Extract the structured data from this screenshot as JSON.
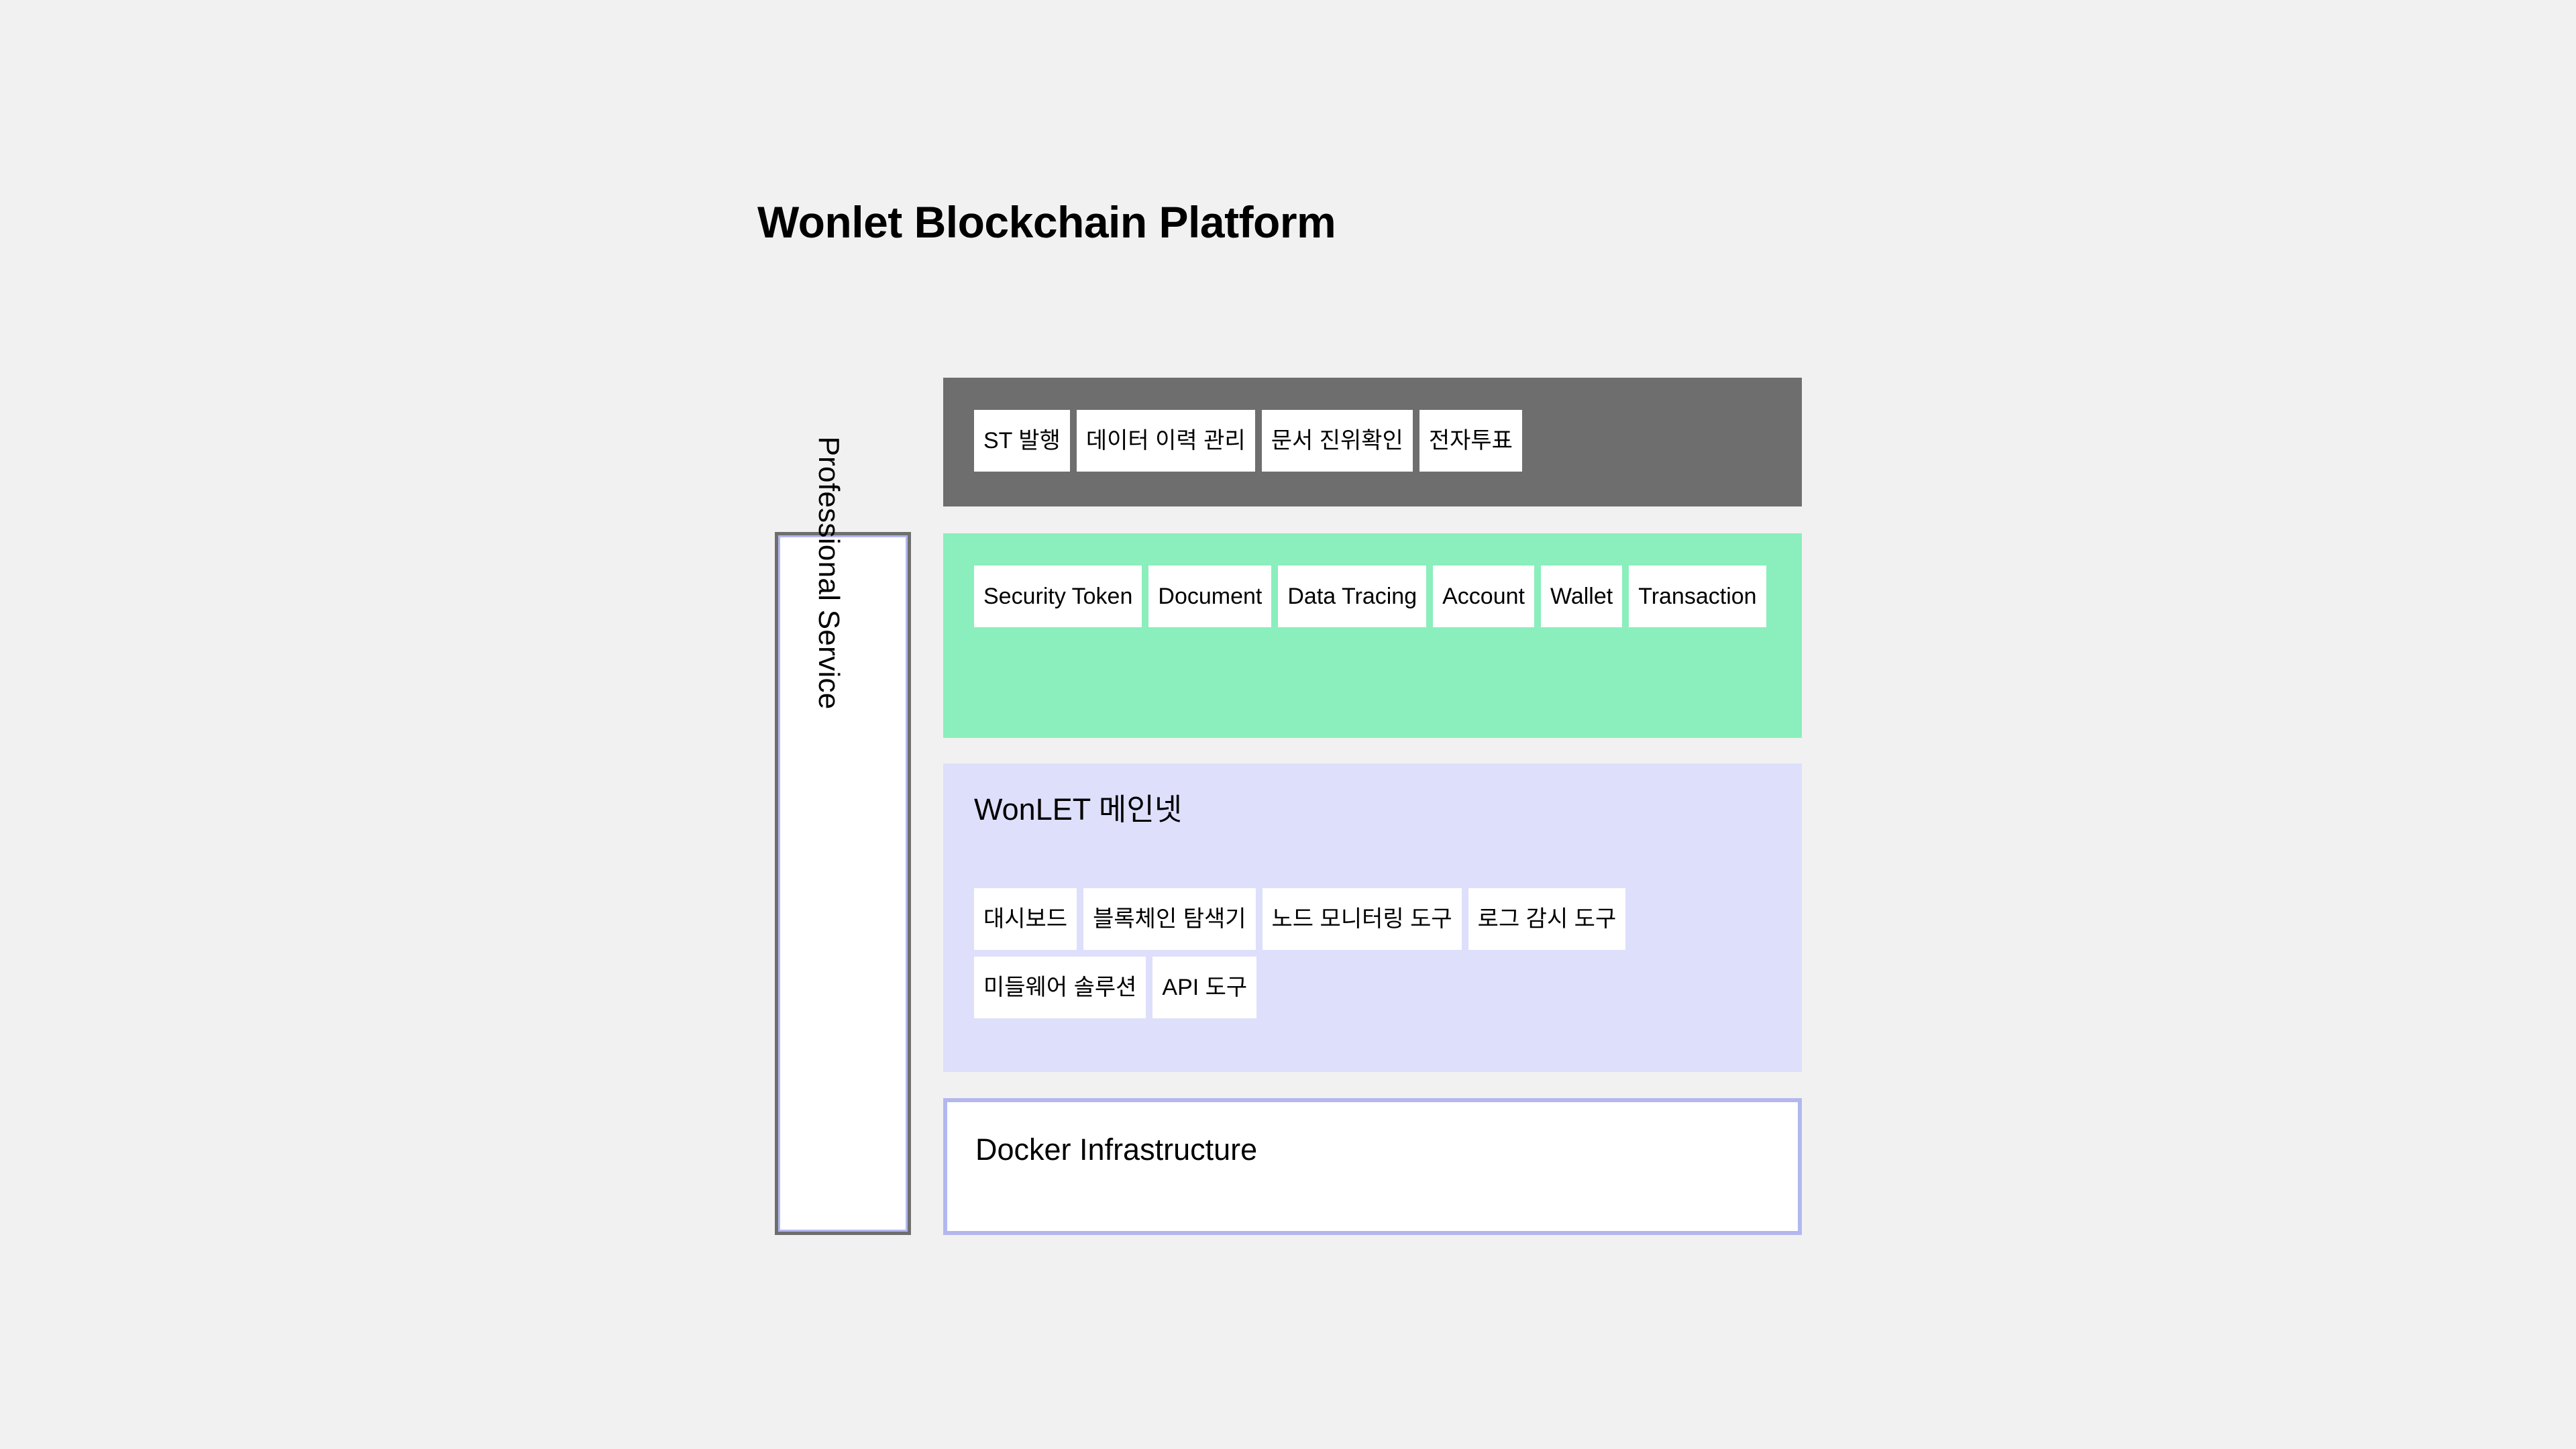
{
  "title": "Wonlet Blockchain Platform",
  "side_panel": {
    "label": "Professional Service"
  },
  "layers": {
    "applications": {
      "name": "applications-layer",
      "color": "#6e6e6e",
      "chips": [
        "ST 발행",
        "데이터 이력 관리",
        "문서 진위확인",
        "전자투표"
      ]
    },
    "services": {
      "name": "services-layer",
      "color": "#8aefbc",
      "chips": [
        "Security Token",
        "Document",
        "Data Tracing",
        "Account",
        "Wallet",
        "Transaction"
      ]
    },
    "mainnet": {
      "name": "mainnet-layer",
      "color": "#dedffb",
      "heading": "WonLET 메인넷",
      "chips": [
        "대시보드",
        "블록체인 탐색기",
        "노드 모니터링 도구",
        "로그 감시 도구",
        "미들웨어 솔루션",
        "API 도구"
      ]
    },
    "infrastructure": {
      "name": "infrastructure-layer",
      "border_color": "#b3b7ee",
      "heading": "Docker Infrastructure"
    }
  },
  "background_color": "#f1f1f1"
}
